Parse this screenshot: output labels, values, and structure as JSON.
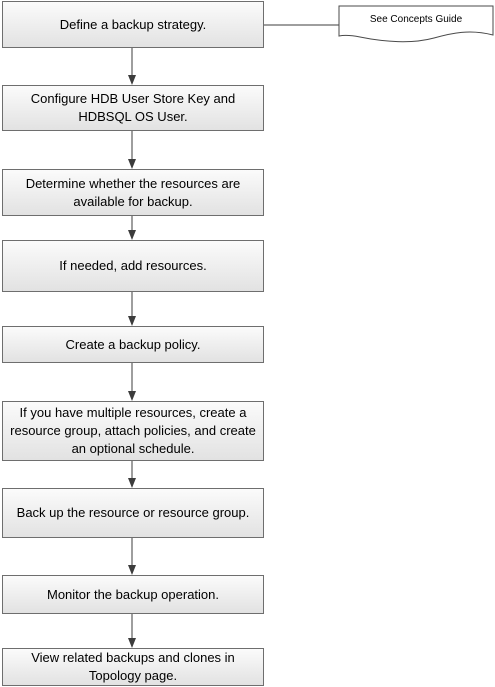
{
  "steps": [
    {
      "label": "Define a backup strategy."
    },
    {
      "label": "Configure HDB User Store Key and HDBSQL OS User."
    },
    {
      "label": "Determine whether the resources are available for backup."
    },
    {
      "label": "If needed, add resources."
    },
    {
      "label": "Create a backup policy."
    },
    {
      "label": "If you have multiple resources, create a resource group, attach policies, and create an optional schedule."
    },
    {
      "label": "Back up the resource or resource group."
    },
    {
      "label": "Monitor the backup operation."
    },
    {
      "label": "View related backups and clones in Topology page."
    }
  ],
  "note": {
    "label": "See Concepts Guide"
  },
  "colors": {
    "box_border": "#6e6e6e",
    "box_fill": "#ececec",
    "connector": "#3c3c3c"
  }
}
